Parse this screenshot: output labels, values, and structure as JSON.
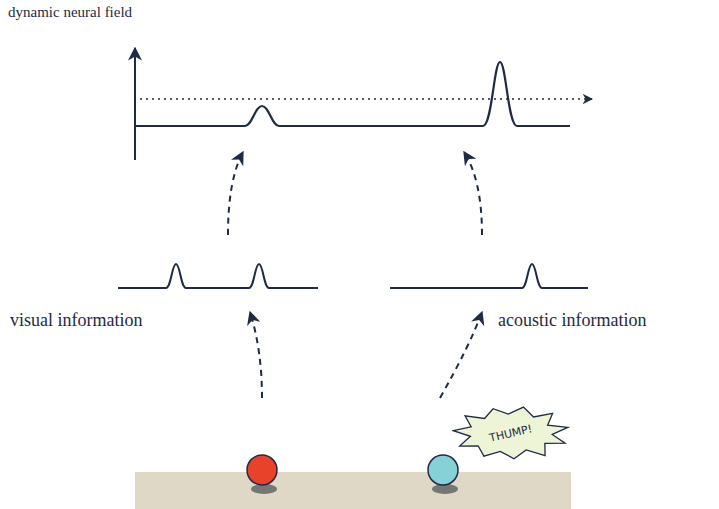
{
  "diagram": {
    "nodes": [
      {
        "text": [
          "THUMP!"
        ]
      }
    ],
    "labels": [
      "dynamic neural field",
      "visual information",
      "acoustic information"
    ]
  }
}
